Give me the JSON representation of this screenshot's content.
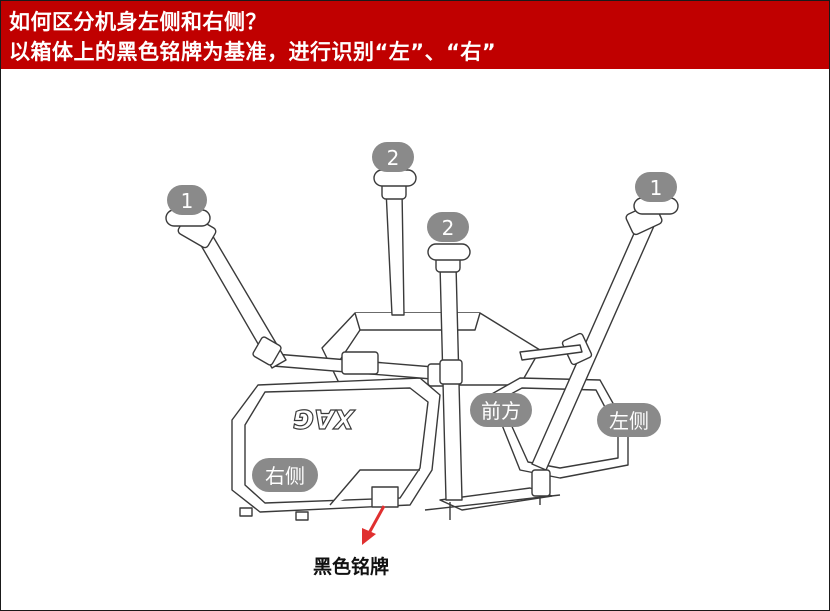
{
  "header": {
    "line1": "如何区分机身左侧和右侧？",
    "line2": "以箱体上的黑色铭牌为基准，进行识别“左”、“右”",
    "background": "#c00000",
    "text_color": "#ffffff"
  },
  "diagram": {
    "arm_labels": [
      "1",
      "2",
      "2",
      "1"
    ],
    "side_labels": {
      "right": "右侧",
      "front": "前方",
      "left": "左侧"
    },
    "logo": "XAG",
    "badge_color": "#8a8a8a",
    "arrow_color": "#e03030"
  },
  "caption": {
    "nameplate": "黑色铭牌"
  }
}
